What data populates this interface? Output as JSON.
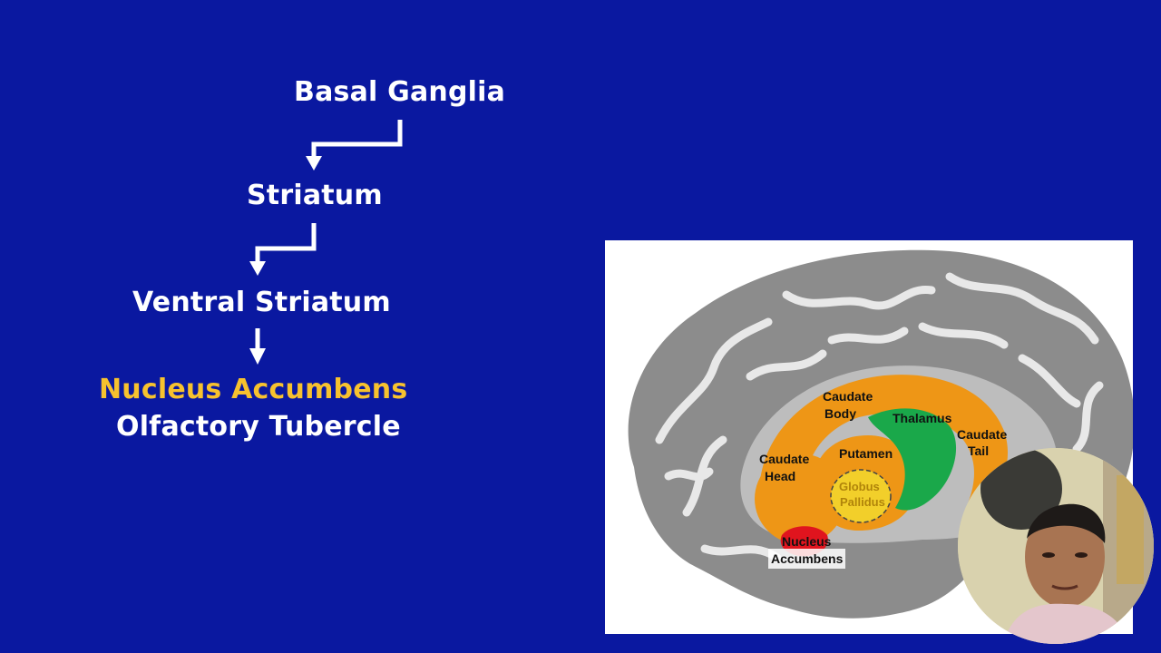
{
  "hierarchy": {
    "level1": "Basal Ganglia",
    "level2": "Striatum",
    "level3": "Ventral Striatum",
    "level4_highlight": "Nucleus Accumbens",
    "level4_second": "Olfactory Tubercle"
  },
  "colors": {
    "background": "#0a18a0",
    "text": "#ffffff",
    "highlight": "#f7c22e",
    "caudate": "#ee9616",
    "thalamus": "#1aa84a",
    "globus": "#f2cf2a",
    "accumbens": "#e0141e"
  },
  "brain_labels": {
    "caudate_body": [
      "Caudate",
      "Body"
    ],
    "thalamus": "Thalamus",
    "caudate_tail": [
      "Caudate",
      "Tail"
    ],
    "caudate_head": [
      "Caudate",
      "Head"
    ],
    "putamen": "Putamen",
    "globus_pallidus": [
      "Globus",
      "Pallidus"
    ],
    "nucleus_accumbens": [
      "Nucleus",
      "Accumbens"
    ]
  }
}
